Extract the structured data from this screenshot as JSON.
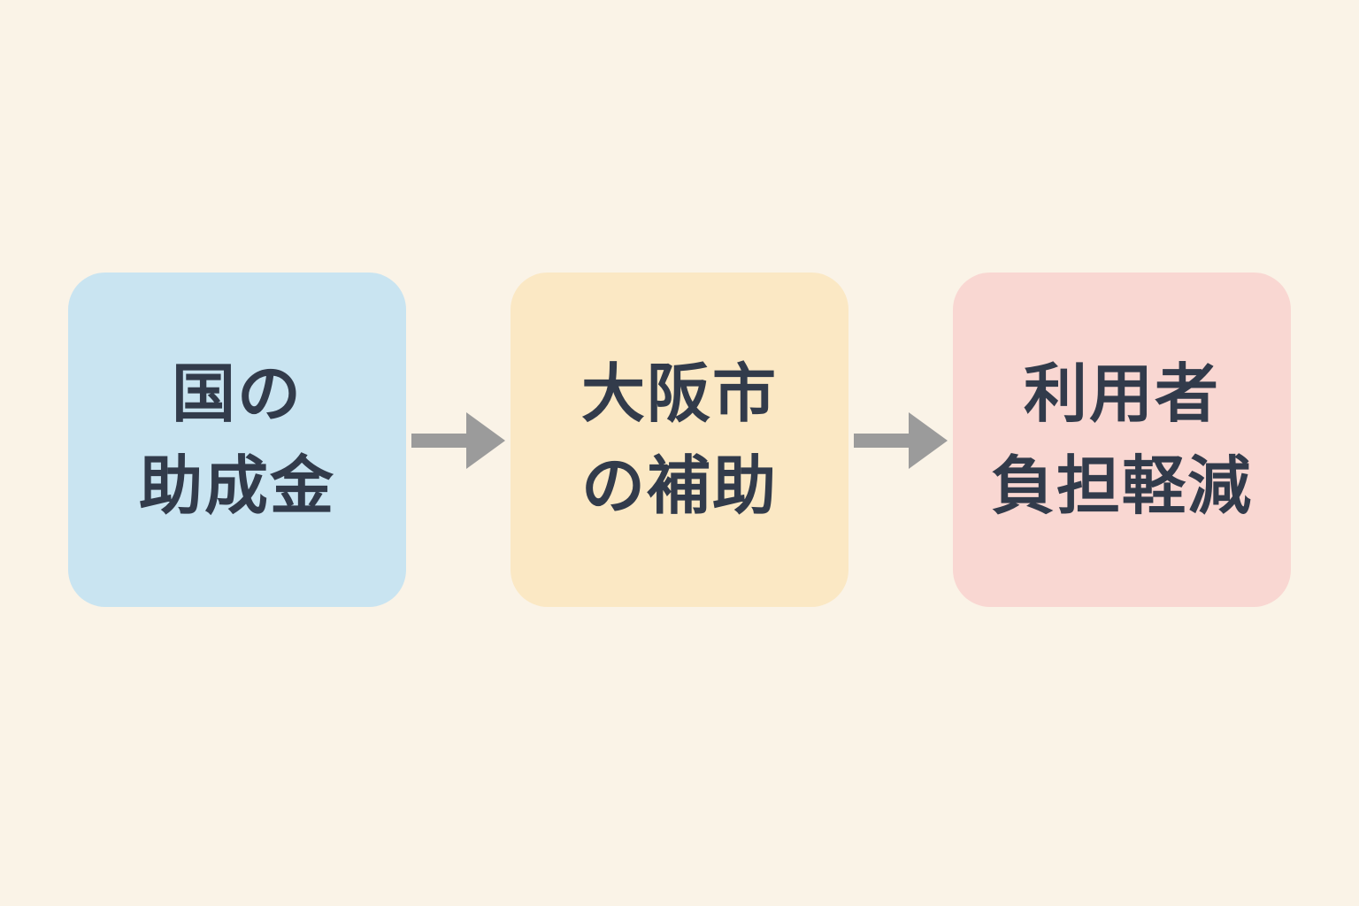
{
  "diagram": {
    "title": "",
    "type": "flow",
    "background_color": "#FAF3E7",
    "text_color": "#323B4B",
    "arrow_color": "#9B9B9B",
    "boxes": [
      {
        "id": "national-subsidy",
        "line1": "国の",
        "line2": "助成金",
        "fill": "#C9E4F1"
      },
      {
        "id": "osaka-city-subsidy",
        "line1": "大阪市",
        "line2": "の補助",
        "fill": "#FBE8C4"
      },
      {
        "id": "user-burden-reduction",
        "line1": "利用者",
        "line2": "負担軽減",
        "fill": "#F9D7D2"
      }
    ],
    "arrows": [
      {
        "from": "national-subsidy",
        "to": "osaka-city-subsidy"
      },
      {
        "from": "osaka-city-subsidy",
        "to": "user-burden-reduction"
      }
    ]
  }
}
